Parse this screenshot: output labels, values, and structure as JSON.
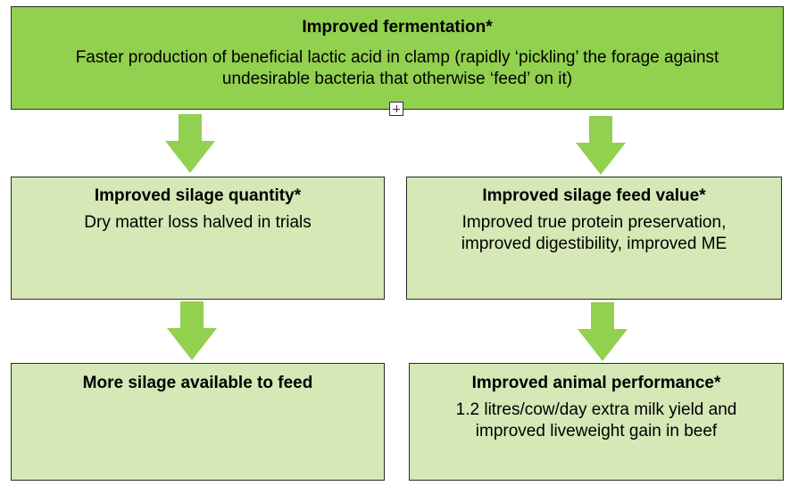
{
  "diagram": {
    "top": {
      "title": "Improved fermentation*",
      "body": "Faster production of beneficial lactic acid in clamp (rapidly ‘pickling’ the forage against undesirable bacteria that otherwise ‘feed’ on it)"
    },
    "left_middle": {
      "title": "Improved silage quantity*",
      "body": "Dry matter loss halved in trials"
    },
    "right_middle": {
      "title": "Improved silage feed value*",
      "body": "Improved true protein preservation, improved digestibility, improved ME"
    },
    "left_bottom": {
      "title": "More silage available to feed"
    },
    "right_bottom": {
      "title": "Improved animal performance*",
      "body": "1.2 litres/cow/day extra milk yield and improved liveweight gain in beef"
    }
  },
  "colors": {
    "top_box_fill": "#92d050",
    "box_fill": "#d5e8b5",
    "arrow_fill": "#92d050",
    "border": "#2b2b2b"
  },
  "icons": {
    "arrow": "down-arrow-icon",
    "handle": "plus-box-icon"
  }
}
